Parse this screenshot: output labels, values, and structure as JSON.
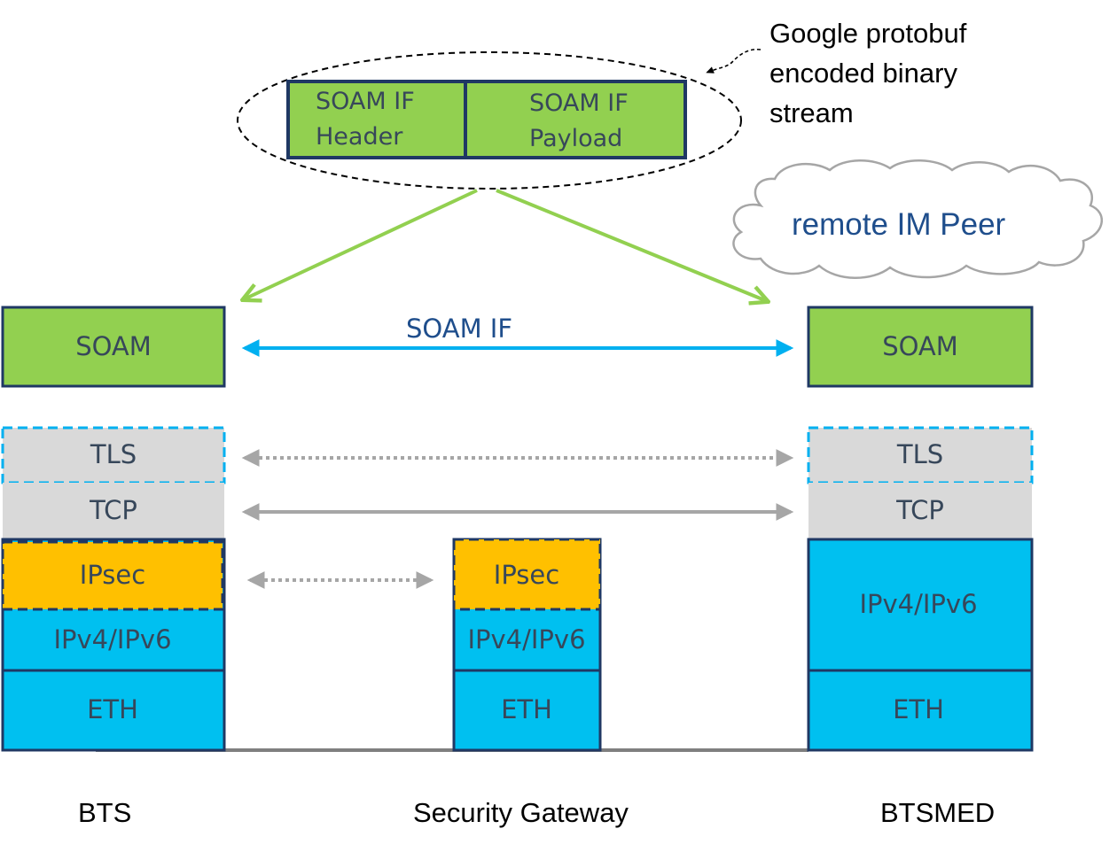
{
  "callout": {
    "header_line1": "SOAM IF",
    "header_line2": "Header",
    "payload_line1": "SOAM IF",
    "payload_line2": "Payload",
    "note_line1": "Google protobuf",
    "note_line2": "encoded binary",
    "note_line3": "stream"
  },
  "cloud": {
    "label": "remote IM Peer"
  },
  "link": {
    "label": "SOAM IF"
  },
  "bts": {
    "caption": "BTS",
    "layers": [
      "SOAM",
      "TLS",
      "TCP",
      "IPsec",
      "IPv4/IPv6",
      "ETH"
    ]
  },
  "gateway": {
    "caption": "Security Gateway",
    "layers": [
      "IPsec",
      "IPv4/IPv6",
      "ETH"
    ]
  },
  "btsmed": {
    "caption": "BTSMED",
    "layers": [
      "SOAM",
      "TLS",
      "TCP",
      "IPv4/IPv6",
      "ETH"
    ]
  },
  "colors": {
    "soam_green": "#92d050",
    "security_grey": "#d9d9d9",
    "ipsec_orange": "#ffc000",
    "network_blue": "#00c0f0",
    "border_navy": "#1f3864",
    "arrow_green": "#92d050",
    "arrow_cyan": "#00b0f0",
    "arrow_grey": "#a6a6a6"
  }
}
